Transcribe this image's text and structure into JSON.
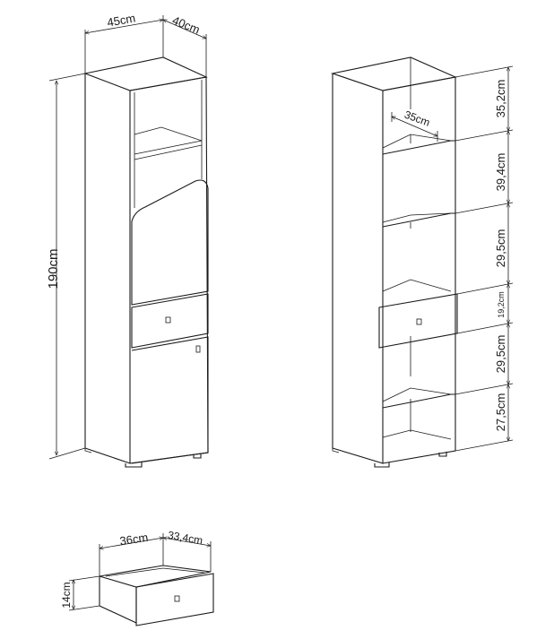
{
  "left_cabinet": {
    "width_label": "45cm",
    "depth_label": "40cm",
    "height_label": "190cm"
  },
  "right_cabinet": {
    "shelf_depth_label": "35cm",
    "compartments": [
      "35,2cm",
      "39,4cm",
      "29,5cm",
      "19,2cm",
      "29,5cm",
      "27,5cm"
    ]
  },
  "drawer": {
    "width_label": "36cm",
    "depth_label": "33,4cm",
    "height_label": "14cm"
  },
  "colors": {
    "line": "#1a1a1a",
    "background": "#ffffff"
  }
}
